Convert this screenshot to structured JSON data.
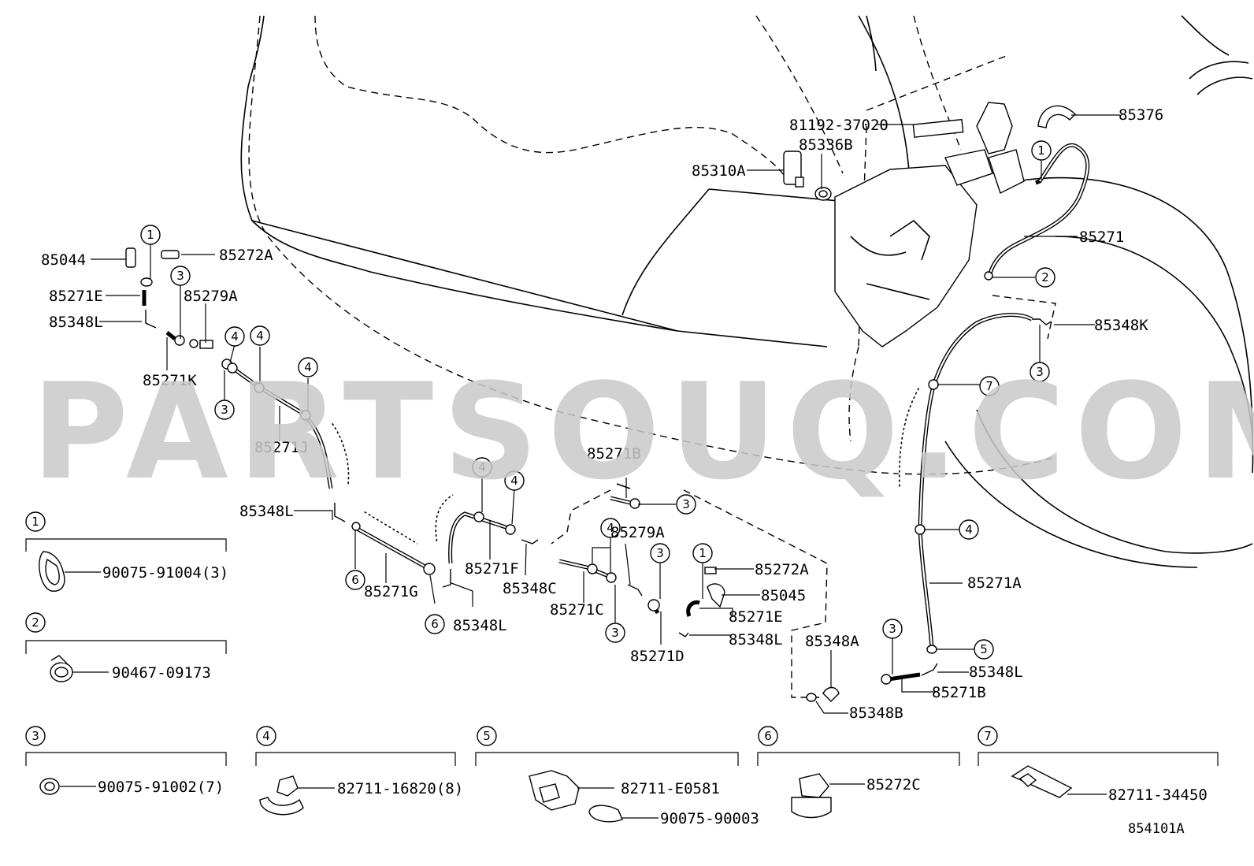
{
  "watermark": "PARTSOUQ.COM",
  "diagram_id": "854101A",
  "part_labels": {
    "l85044": "85044",
    "l85272A_top": "85272A",
    "l85271E_left": "85271E",
    "l85279A_left": "85279A",
    "l85348L_top": "85348L",
    "l85271K": "85271K",
    "l85271J": "85271J",
    "l85348L_mid": "85348L",
    "l85271G": "85271G",
    "l85348L_bottom": "85348L",
    "l85271F": "85271F",
    "l85348C": "85348C",
    "l85271B_top": "85271B",
    "l85279A_right": "85279A",
    "l85271C": "85271C",
    "l85271D": "85271D",
    "l85272A_right": "85272A",
    "l85045": "85045",
    "l85271E_right": "85271E",
    "l85348L_right": "85348L",
    "l81192": "81192-37020",
    "l85336B": "85336B",
    "l85310A": "85310A",
    "l85376": "85376",
    "l85271": "85271",
    "l85348K": "85348K",
    "l85271A": "85271A",
    "l85348A": "85348A",
    "l85348B": "85348B",
    "l85271B_bottom": "85271B",
    "l85348L_far": "85348L"
  },
  "callout_numbers": [
    "1",
    "2",
    "3",
    "4",
    "5",
    "6",
    "7"
  ],
  "legend": [
    {
      "num": "1",
      "part": "90075-91004(3)"
    },
    {
      "num": "2",
      "part": "90467-09173"
    },
    {
      "num": "3",
      "part": "90075-91002(7)"
    },
    {
      "num": "4",
      "part": "82711-16820(8)"
    },
    {
      "num": "5",
      "part": "82711-E0581",
      "part2": "90075-90003"
    },
    {
      "num": "6",
      "part": "85272C"
    },
    {
      "num": "7",
      "part": "82711-34450"
    }
  ]
}
